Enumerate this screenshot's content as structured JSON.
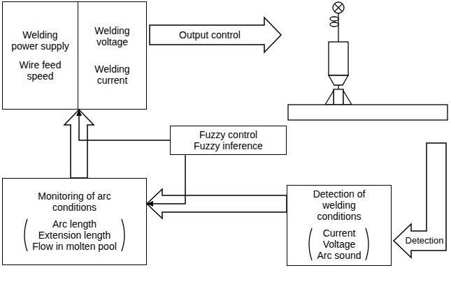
{
  "diagram": {
    "nodes": [
      {
        "text": [
          "Welding power supply",
          "Wire feed speed",
          "Welding voltage",
          "Welding current"
        ]
      },
      {
        "text": [
          "Fuzzy control",
          "Fuzzy inference"
        ]
      },
      {
        "text": [
          "Monitoring of arc conditions",
          "Arc length",
          "Extension length",
          "Flow in molten pool"
        ]
      },
      {
        "text": [
          "Detection of welding conditions",
          "Current",
          "Voltage",
          "Arc sound"
        ]
      }
    ],
    "edges": [
      {
        "from": 3,
        "to": 2,
        "arrow": "to"
      },
      {
        "from": 2,
        "to": 0,
        "arrow": "to"
      },
      {
        "from": 1,
        "to": 0,
        "arrow": "to"
      },
      {
        "from": 1,
        "to": 2,
        "arrow": "to"
      }
    ],
    "labels": [
      "Output control",
      "Detection"
    ]
  }
}
